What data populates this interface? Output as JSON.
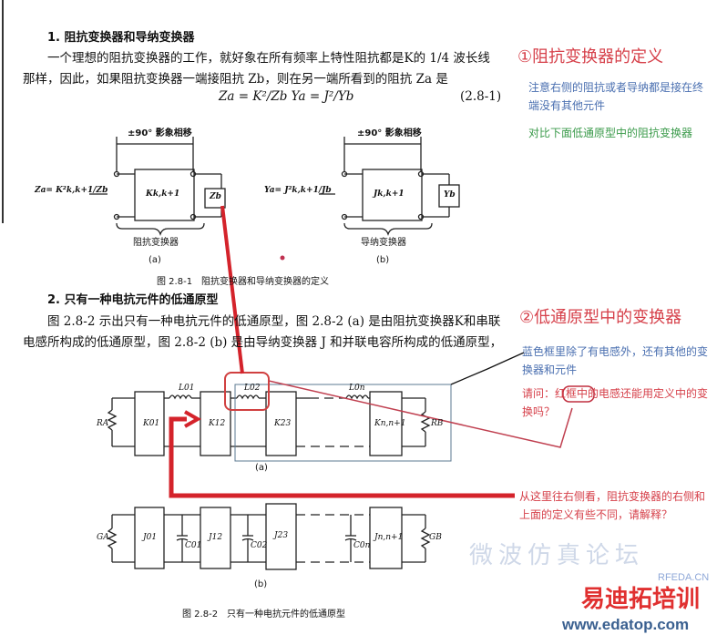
{
  "section1": {
    "heading": "1. 阻抗变换器和导纳变换器",
    "para_line1": "一个理想的阻抗变换器的工作，就好象在所有频率上特性阻抗都是K的 1/4 波长线",
    "para_line2": "那样，因此，如果阻抗变换器一端接阻抗 Zb，则在另一端所看到的阻抗 Za 是",
    "formula": "Za = K²/Zb      Ya = J²/Yb",
    "eq_number": "(2.8-1)"
  },
  "figure1": {
    "phase_label_a": "±90° 影象相移",
    "phase_label_b": "±90° 影象相移",
    "za_expr": "Za= K²k,k+1/Zb",
    "ya_expr": "Ya= J²k,k+1/Jb",
    "k_box": "Kk,k+1",
    "j_box": "Jk,k+1",
    "zb": "Zb",
    "yb": "Yb",
    "label_a": "阻抗变换器",
    "label_b": "导纳变换器",
    "sub_a": "(a)",
    "sub_b": "(b)",
    "caption": "图 2.8-1　阻抗变换器和导纳变换器的定义"
  },
  "section2": {
    "heading": "2. 只有一种电抗元件的低通原型",
    "para_line1": "图 2.8-2 示出只有一种电抗元件的低通原型，图 2.8-2 (a) 是由阻抗变换器K和串联",
    "para_line2": "电感所构成的低通原型，图 2.8-2 (b) 是由导纳变换器 J 和并联电容所构成的低通原型，"
  },
  "figure2": {
    "a_labels": [
      "RA",
      "K01",
      "L01",
      "K12",
      "L02",
      "K23",
      "L0n",
      "Kn,n+1",
      "RB"
    ],
    "b_labels": [
      "GA",
      "J01",
      "C01",
      "J12",
      "C02",
      "J23",
      "C0n",
      "Jn,n+1",
      "GB"
    ],
    "sub_a": "(a)",
    "sub_b": "(b)",
    "caption": "图 2.8-2　只有一种电抗元件的低通原型"
  },
  "annotations": {
    "title1": "①阻抗变换器的定义",
    "note1": "注意右侧的阻抗或者导纳都是接在终端没有其他元件",
    "note2": "对比下面低通原型中的阻抗变换器",
    "title2": "②低通原型中的变换器",
    "note3": "蓝色框里除了有电感外，还有其他的变换器和元件",
    "note4": "请问：红框中的电感还能用定义中的变换吗？",
    "note5": "从这里往右侧看，阻抗变换器的右侧和上面的定义有些不同，请解释？"
  },
  "watermark": {
    "site1": "RFEDA.CN",
    "brand": "易迪拓培训",
    "url": "www.edatop.com",
    "faint": "微波仿真论坛"
  },
  "colors": {
    "red": "#d6404a",
    "blue": "#4a6fb0",
    "green": "#3a9a4a",
    "arrow": "#d4232b"
  }
}
